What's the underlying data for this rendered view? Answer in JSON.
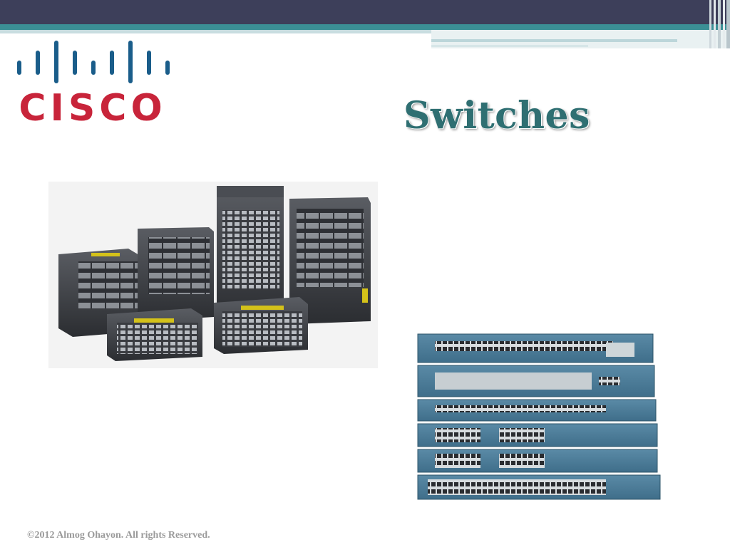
{
  "slide": {
    "brand_name": "CISCO",
    "title": "Switches",
    "footer": "©2012 Almog Ohayon. All rights Reserved."
  },
  "theme": {
    "header_dark": "#3d3f5a",
    "header_teal": "#3b8f95",
    "cisco_blue": "#1a5d8a",
    "cisco_red": "#c8243a",
    "title_teal": "#2f6f72"
  },
  "images": {
    "chassis_switches": "cisco-catalyst-chassis-switches",
    "stacked_switches": "cisco-stacked-rack-switches"
  }
}
